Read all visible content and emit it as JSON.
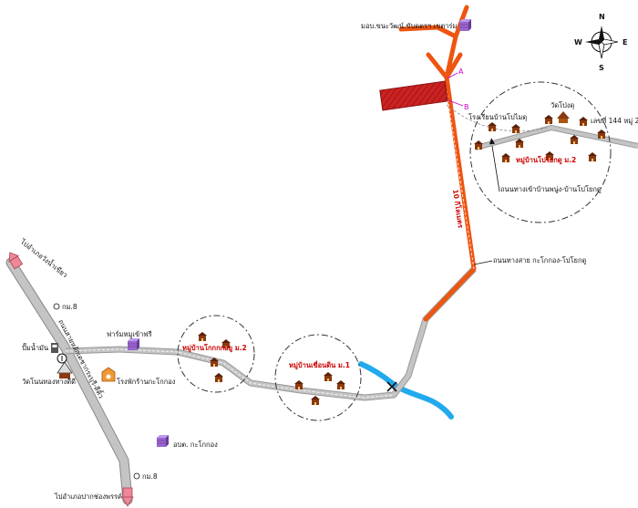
{
  "map": {
    "compass": {
      "n": "N",
      "e": "E",
      "s": "S",
      "w": "W"
    },
    "labels": {
      "university": "มอบ.ขนะวัฒน์.ขับดตรฯ เขตาร่ม",
      "school": "โรงเรียนบ้านโปไมดุ",
      "temple_top": "วัดโป่งดุ",
      "village_top": "หมู่บ้านโปโยกดู ม.2",
      "road_144": "เลขที่ 144 หมู่ 2",
      "forest_road": "ถนนทางเข้าบ้านพนู่ง-บ้านโปโยกดู",
      "distance": "10 กิโลเมตร",
      "main_road": "ถนนทางสาย กะโกกอง-โปโยกดู",
      "to_north": "ไปอำเภอวังน้ำเขียว",
      "km_top": "กม.8",
      "gas_station": "ปั๊มน้ำมัน",
      "temple_left": "วัดโนนทองทางดีดี",
      "factory": "ฟาร์มหมูเข้าฟรี",
      "police": "โรงพักร้านกะโกกอง",
      "village_mid": "หมู่บ้านโกกกกอยู ม.2",
      "village_low": "หมู่บ้านเขื่อนดิน ม.1",
      "highway": "ถนนสายหลักเดชากระบุรี-สีคิ้ว",
      "district_office": "อบต. กะโกกอง",
      "km_bottom": "กม.8",
      "to_south": "ไปอำเภอปากช่องพรรค์",
      "point_a": "A",
      "point_b": "B"
    },
    "colors": {
      "road_gray": "#c4c4c4",
      "road_orange": "#ee5511",
      "river": "#22aaee",
      "building_red": "#cc2222",
      "house": "#8a3a10",
      "facility": "#9966cc",
      "arrow_pink": "#ee8899",
      "label_red": "#cc0000"
    }
  }
}
